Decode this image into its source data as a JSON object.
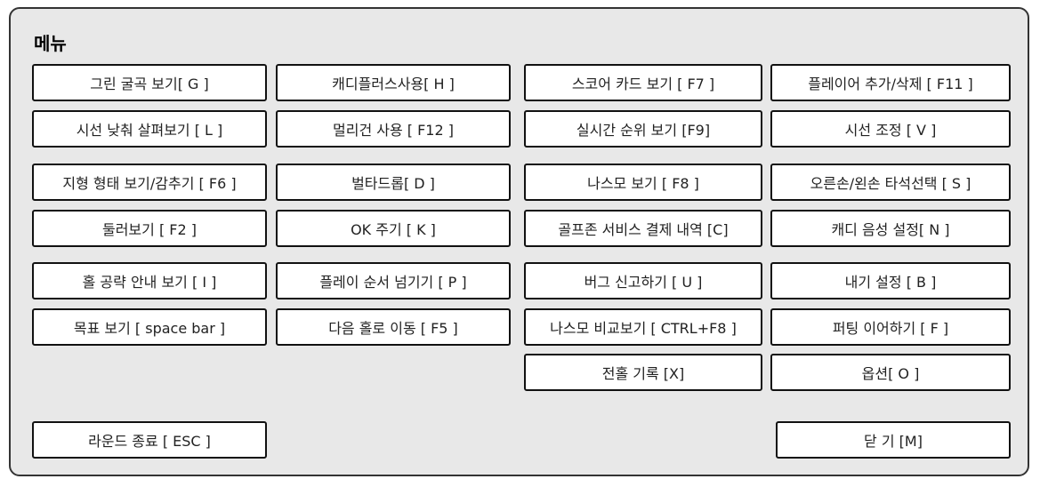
{
  "menu": {
    "title": "메뉴",
    "col1": [
      "그린 굴곡 보기[ G ]",
      "시선 낮춰 살펴보기 [ L ]",
      "지형 형태 보기/감추기 [ F6 ]",
      "둘러보기 [ F2 ]",
      "홀 공략 안내 보기 [ I ]",
      "목표 보기 [ space bar ]"
    ],
    "col2": [
      "캐디플러스사용[ H ]",
      "멀리건 사용 [ F12 ]",
      "벌타드롭[ D ]",
      "OK 주기 [ K ]",
      "플레이 순서 넘기기 [ P ]",
      "다음 홀로 이동 [ F5 ]"
    ],
    "col3": [
      "스코어 카드 보기 [ F7 ]",
      "실시간 순위 보기 [F9]",
      "나스모 보기 [ F8 ]",
      "골프존 서비스 결제 내역 [C]",
      "버그 신고하기 [ U ]",
      "나스모 비교보기 [ CTRL+F8 ]",
      "전홀 기록 [X]"
    ],
    "col4": [
      "플레이어 추가/삭제 [ F11 ]",
      "시선 조정 [ V ]",
      "오른손/왼손 타석선택 [ S ]",
      "캐디 음성 설정[ N ]",
      "내기 설정 [ B ]",
      "퍼팅 이어하기 [ F ]",
      "옵션[ O ]"
    ],
    "end_round": "라운드 종료 [ ESC ]",
    "close": "닫 기 [M]"
  }
}
